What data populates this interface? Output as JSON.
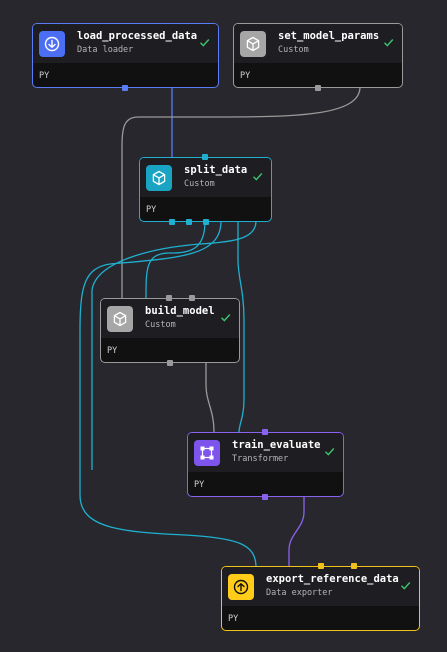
{
  "pipeline": {
    "nodes": [
      {
        "id": "load_processed_data",
        "name": "load_processed_data",
        "type": "Data loader",
        "language": "PY",
        "status": "success",
        "color": "#4c6ef5",
        "border_color": "#5b7cf7",
        "icon": "download-icon"
      },
      {
        "id": "set_model_params",
        "name": "set_model_params",
        "type": "Custom",
        "language": "PY",
        "status": "success",
        "color": "#a6a6a6",
        "border_color": "#9a9a9a",
        "icon": "cube-icon"
      },
      {
        "id": "split_data",
        "name": "split_data",
        "type": "Custom",
        "language": "PY",
        "status": "success",
        "color": "#1aa4c4",
        "border_color": "#1fb0cf",
        "icon": "cube-icon"
      },
      {
        "id": "build_model",
        "name": "build_model",
        "type": "Custom",
        "language": "PY",
        "status": "success",
        "color": "#a6a6a6",
        "border_color": "#9a9a9a",
        "icon": "cube-icon"
      },
      {
        "id": "train_evaluate",
        "name": "train_evaluate",
        "type": "Transformer",
        "language": "PY",
        "status": "success",
        "color": "#7d55ec",
        "border_color": "#8a62f0",
        "icon": "transform-icon"
      },
      {
        "id": "export_reference_data",
        "name": "export_reference_data",
        "type": "Data exporter",
        "language": "PY",
        "status": "success",
        "color": "#ffcc19",
        "border_color": "#f2c21a",
        "icon": "upload-icon"
      }
    ],
    "status_color": "#3ec46d"
  }
}
